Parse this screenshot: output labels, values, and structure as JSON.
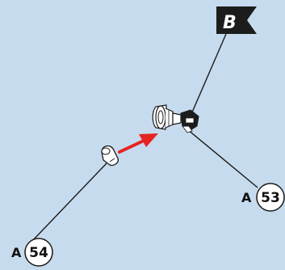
{
  "flag": {
    "letter": "B"
  },
  "callouts": [
    {
      "letter": "A",
      "number": "53"
    },
    {
      "letter": "A",
      "number": "54"
    }
  ],
  "colors": {
    "background": "#c7dbee",
    "line": "#1a1a1a",
    "arrow": "#e52421",
    "flag": "#1c1c1c"
  },
  "icons": {
    "flag": "flag-icon",
    "arrow": "insert-direction-arrow",
    "bulb": "bulb-icon",
    "socket": "bulb-socket-icon"
  }
}
